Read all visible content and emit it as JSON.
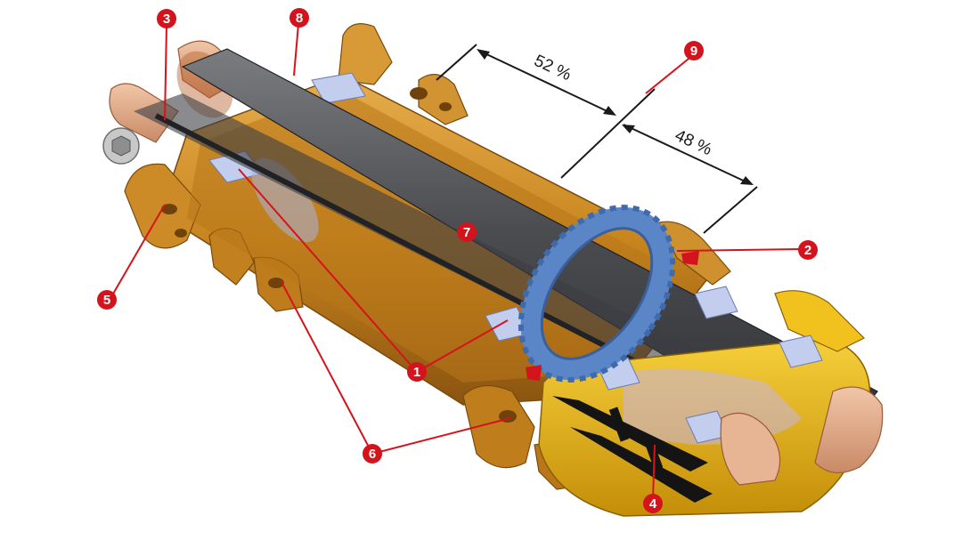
{
  "callouts": [
    "1",
    "2",
    "3",
    "4",
    "5",
    "6",
    "7",
    "8",
    "9"
  ],
  "dimensions": {
    "left": "52 %",
    "right": "48 %"
  },
  "colors": {
    "hub_body": "#c8851e",
    "hub_light": "#e3a94a",
    "hub_dark": "#8a5410",
    "end_cap": "#e8b594",
    "axle": "#56585c",
    "bearing": "#b9c4e8",
    "freehub_gear": "#5a86c8",
    "freehub_body": "#e9b30c",
    "callout": "#d4141c",
    "leader": "#d4141c"
  }
}
